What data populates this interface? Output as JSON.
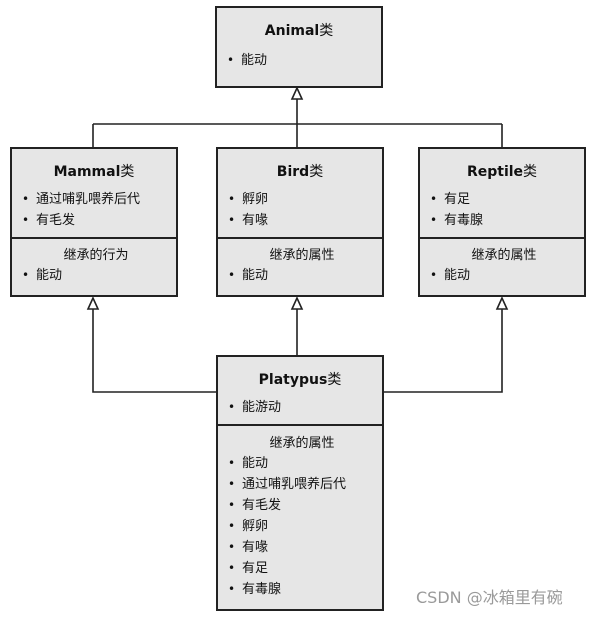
{
  "diagram": {
    "class_suffix": "类",
    "inherited_section_titles": {
      "mammal": "继承的行为",
      "default": "继承的属性"
    },
    "classes": {
      "animal": {
        "name": "Animal",
        "attributes": [
          "能动"
        ]
      },
      "mammal": {
        "name": "Mammal",
        "attributes": [
          "通过哺乳喂养后代",
          "有毛发"
        ],
        "inherited": [
          "能动"
        ]
      },
      "bird": {
        "name": "Bird",
        "attributes": [
          "孵卵",
          "有喙"
        ],
        "inherited": [
          "能动"
        ]
      },
      "reptile": {
        "name": "Reptile",
        "attributes": [
          "有足",
          "有毒腺"
        ],
        "inherited": [
          "能动"
        ]
      },
      "platypus": {
        "name": "Platypus",
        "attributes": [
          "能游动"
        ],
        "inherited": [
          "能动",
          "通过哺乳喂养后代",
          "有毛发",
          "孵卵",
          "有喙",
          "有足",
          "有毒腺"
        ]
      }
    },
    "relations": [
      {
        "from": "Mammal",
        "to": "Animal",
        "type": "inheritance"
      },
      {
        "from": "Bird",
        "to": "Animal",
        "type": "inheritance"
      },
      {
        "from": "Reptile",
        "to": "Animal",
        "type": "inheritance"
      },
      {
        "from": "Platypus",
        "to": "Mammal",
        "type": "inheritance"
      },
      {
        "from": "Platypus",
        "to": "Bird",
        "type": "inheritance"
      },
      {
        "from": "Platypus",
        "to": "Reptile",
        "type": "inheritance"
      }
    ]
  },
  "watermark": "CSDN @冰箱里有碗",
  "colors": {
    "box_fill": "#e6e6e6",
    "border": "#222222",
    "watermark": "#9a9a9a"
  }
}
